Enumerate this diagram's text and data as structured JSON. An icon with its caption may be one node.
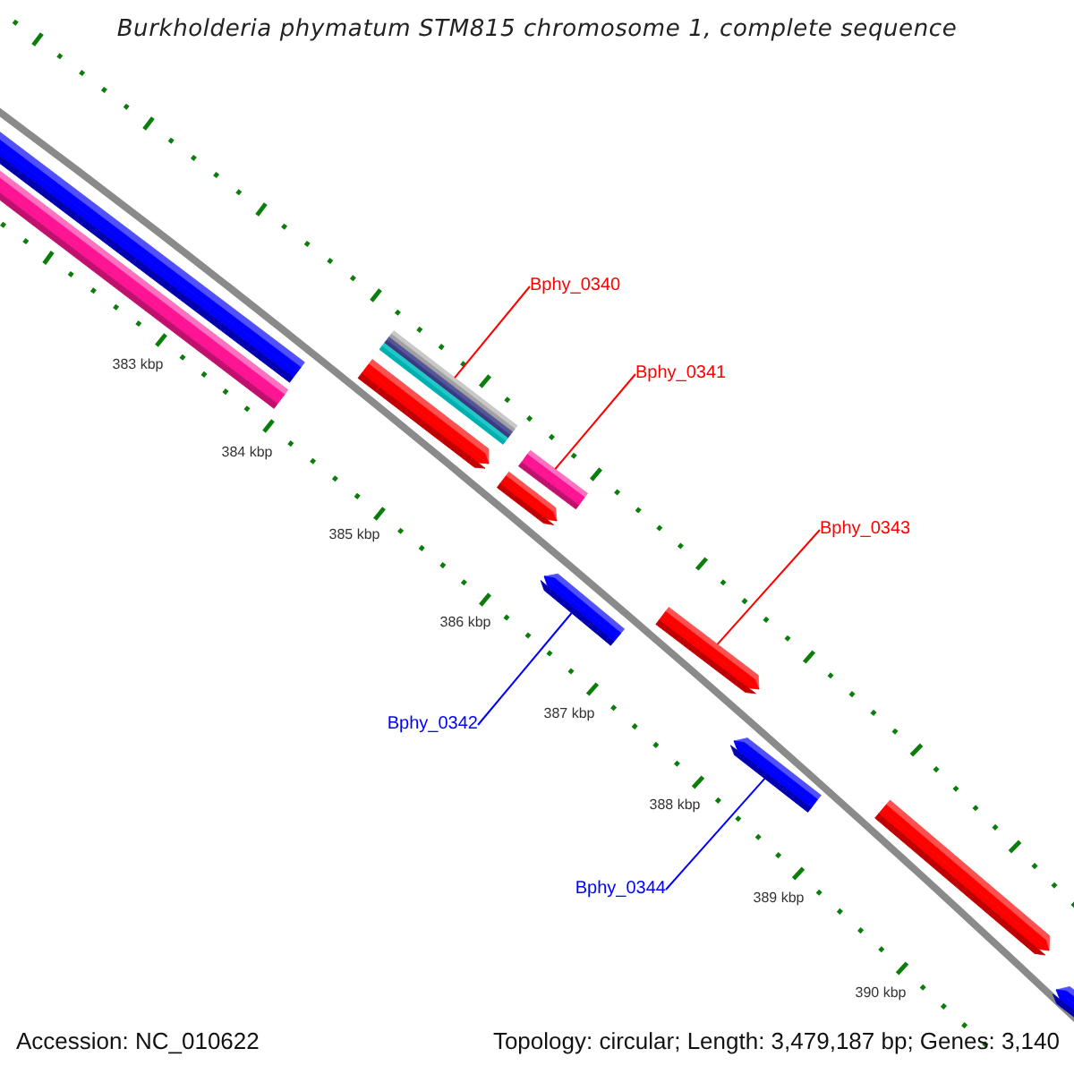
{
  "diagram": {
    "title": "Burkholderia phymatum STM815 chromosome 1, complete sequence",
    "nodes": [
      {
        "text": [],
        "shape": "bar"
      },
      {
        "text": [],
        "shape": "bar"
      },
      {
        "text": [],
        "shape": "bar"
      },
      {
        "text": [],
        "shape": "bar"
      },
      {
        "text": [],
        "shape": "bar"
      },
      {
        "text": [],
        "shape": "bar"
      },
      {
        "text": [],
        "shape": "bar"
      },
      {
        "text": [],
        "shape": "bar"
      },
      {
        "text": [],
        "shape": "bar"
      },
      {
        "text": [],
        "shape": "bar"
      },
      {
        "text": [],
        "shape": "bar"
      },
      {
        "text": [
          "Bphy_0340"
        ]
      },
      {
        "text": [
          "Bphy_0341"
        ]
      },
      {
        "text": [
          "Bphy_0343"
        ]
      },
      {
        "text": [
          "Bphy_0342"
        ]
      },
      {
        "text": [
          "Bphy_0344"
        ]
      }
    ],
    "edges": [
      {
        "from": 11,
        "to": 3,
        "arrow": "none"
      },
      {
        "from": 12,
        "to": 5,
        "arrow": "none"
      },
      {
        "from": 13,
        "to": 7,
        "arrow": "none"
      },
      {
        "from": 14,
        "to": 6,
        "arrow": "none",
        "color": "#0000ff"
      },
      {
        "from": 15,
        "to": 8,
        "arrow": "none",
        "color": "#0000ff"
      }
    ],
    "labels": [
      "383 kbp",
      "384 kbp",
      "385 kbp",
      "386 kbp",
      "387 kbp",
      "388 kbp",
      "389 kbp",
      "390 kbp",
      "Accession: NC_010622",
      "Topology: circular; Length: 3,479,187 bp; Genes: 3,140"
    ]
  }
}
